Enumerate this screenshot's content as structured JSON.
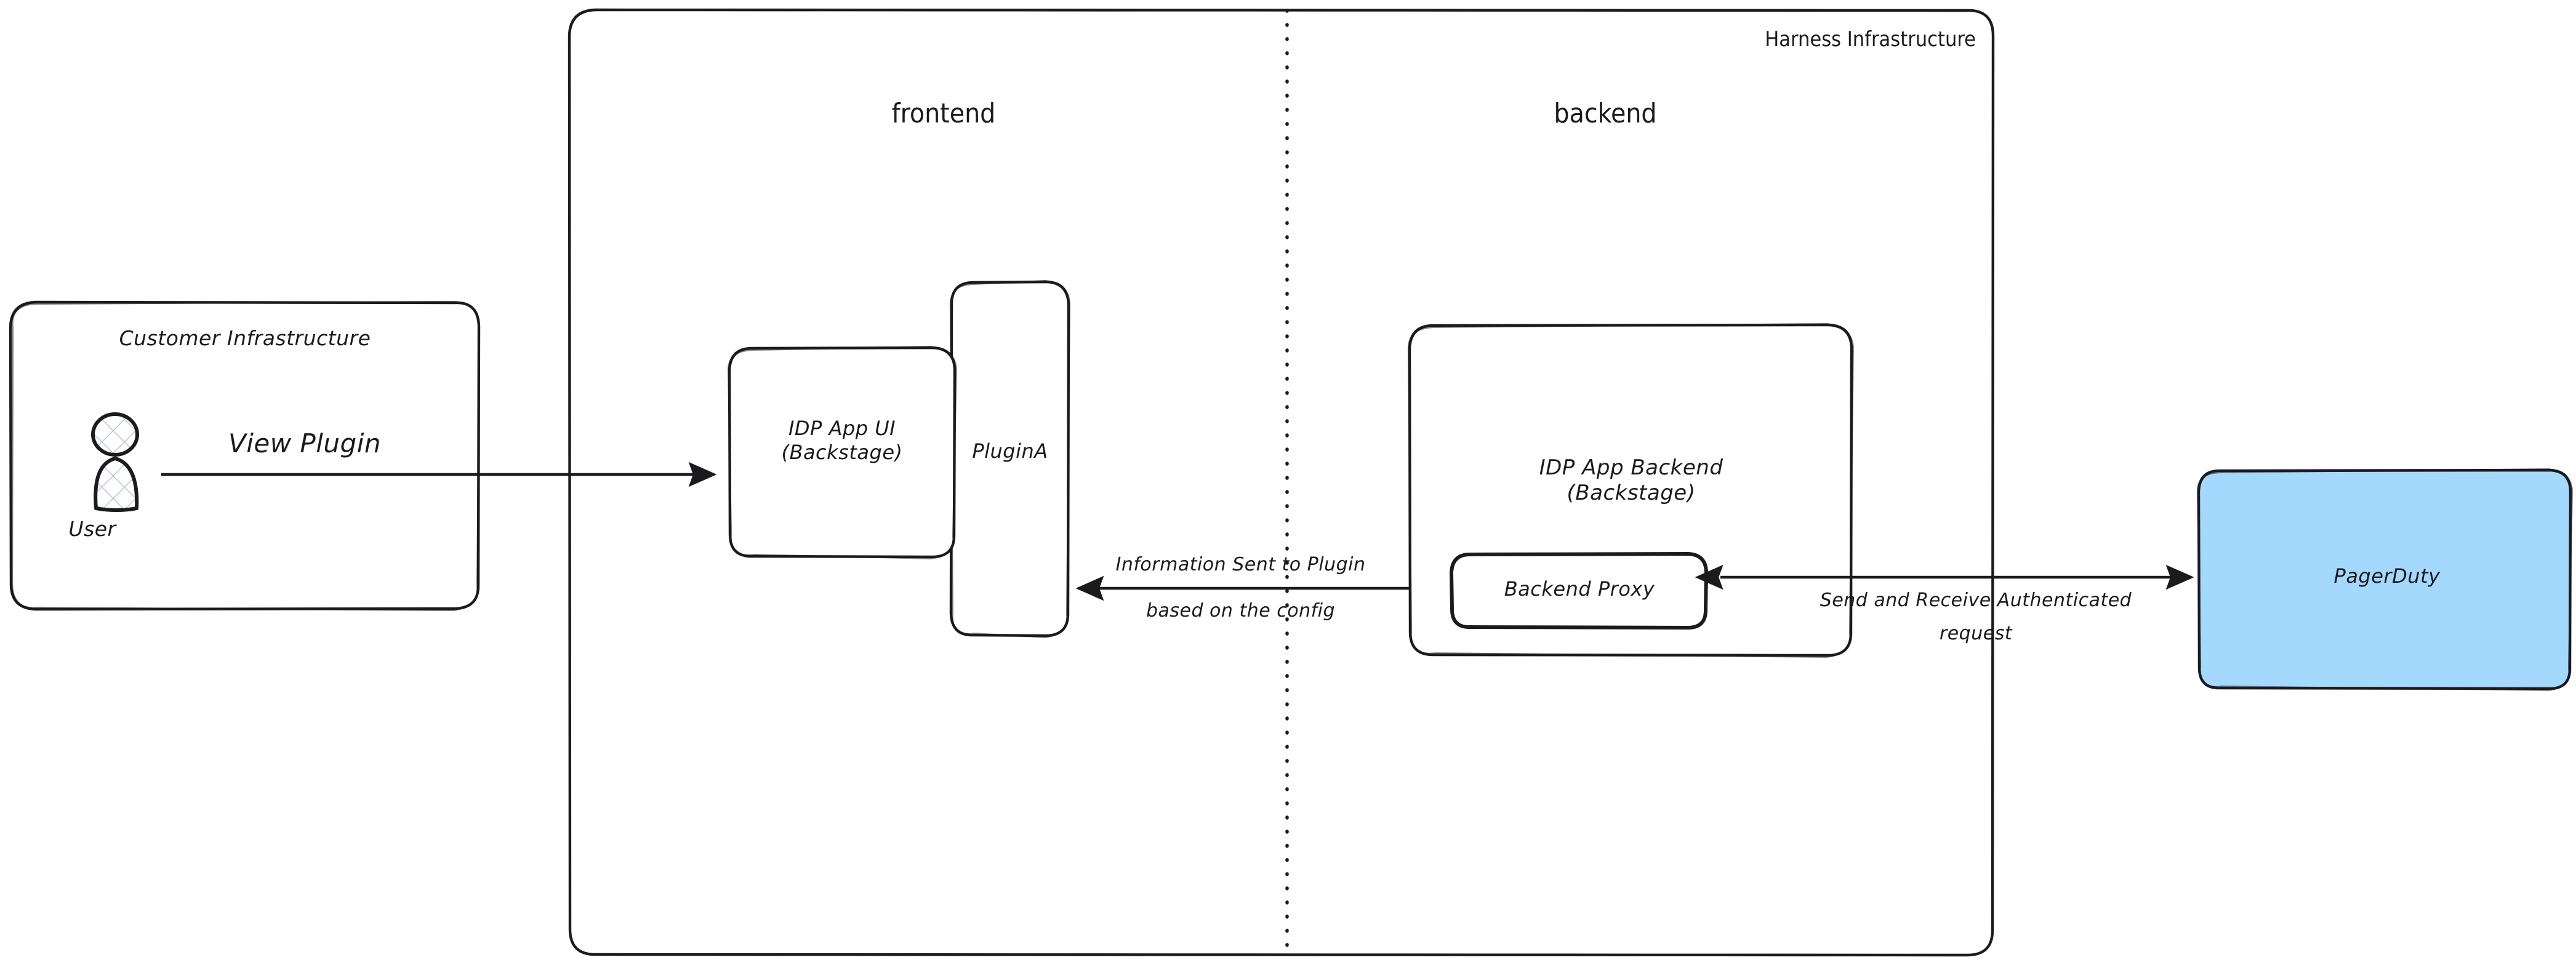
{
  "diagram": {
    "title": "Harness IDP PagerDuty Plugin Architecture",
    "background": "#ffffff",
    "stroke_color": "#1b1b1f",
    "accent_fill": "#a5d8fd",
    "hatch_color": "#b8c7d9"
  },
  "containers": {
    "customer_infrastructure": {
      "label": "Customer Infrastructure"
    },
    "harness_infrastructure": {
      "label": "Harness Infrastructure",
      "divider": "dotted-vertical",
      "zones": [
        {
          "label": "frontend"
        },
        {
          "label": "backend"
        }
      ]
    }
  },
  "nodes": {
    "user": {
      "label": "User",
      "icon": "user-actor-icon"
    },
    "idp_app_ui": {
      "line1": "IDP App UI",
      "line2": "(Backstage)",
      "label": "IDP App UI\n(Backstage)"
    },
    "plugin_a": {
      "label": "PluginA"
    },
    "idp_app_backend": {
      "line1": "IDP App Backend",
      "line2": "(Backstage)",
      "label": "IDP App Backend\n(Backstage)"
    },
    "backend_proxy": {
      "label": "Backend Proxy"
    },
    "pagerduty": {
      "label": "PagerDuty",
      "fill": "#a5d8fd"
    }
  },
  "edges": {
    "user_to_ui": {
      "label": "View Plugin",
      "from": "user",
      "to": "idp_app_ui",
      "direction": "right"
    },
    "backend_to_plugin": {
      "line1": "Information Sent to Plugin",
      "line2": "based on the config",
      "label": "Information Sent to Plugin based on the config",
      "from": "idp_app_backend",
      "to": "plugin_a",
      "direction": "left"
    },
    "proxy_to_pagerduty": {
      "line1": "Send and Receive Authenticated",
      "line2": "request",
      "label": "Send and Receive Authenticated request",
      "from": "backend_proxy",
      "to": "pagerduty",
      "direction": "bidirectional"
    }
  }
}
